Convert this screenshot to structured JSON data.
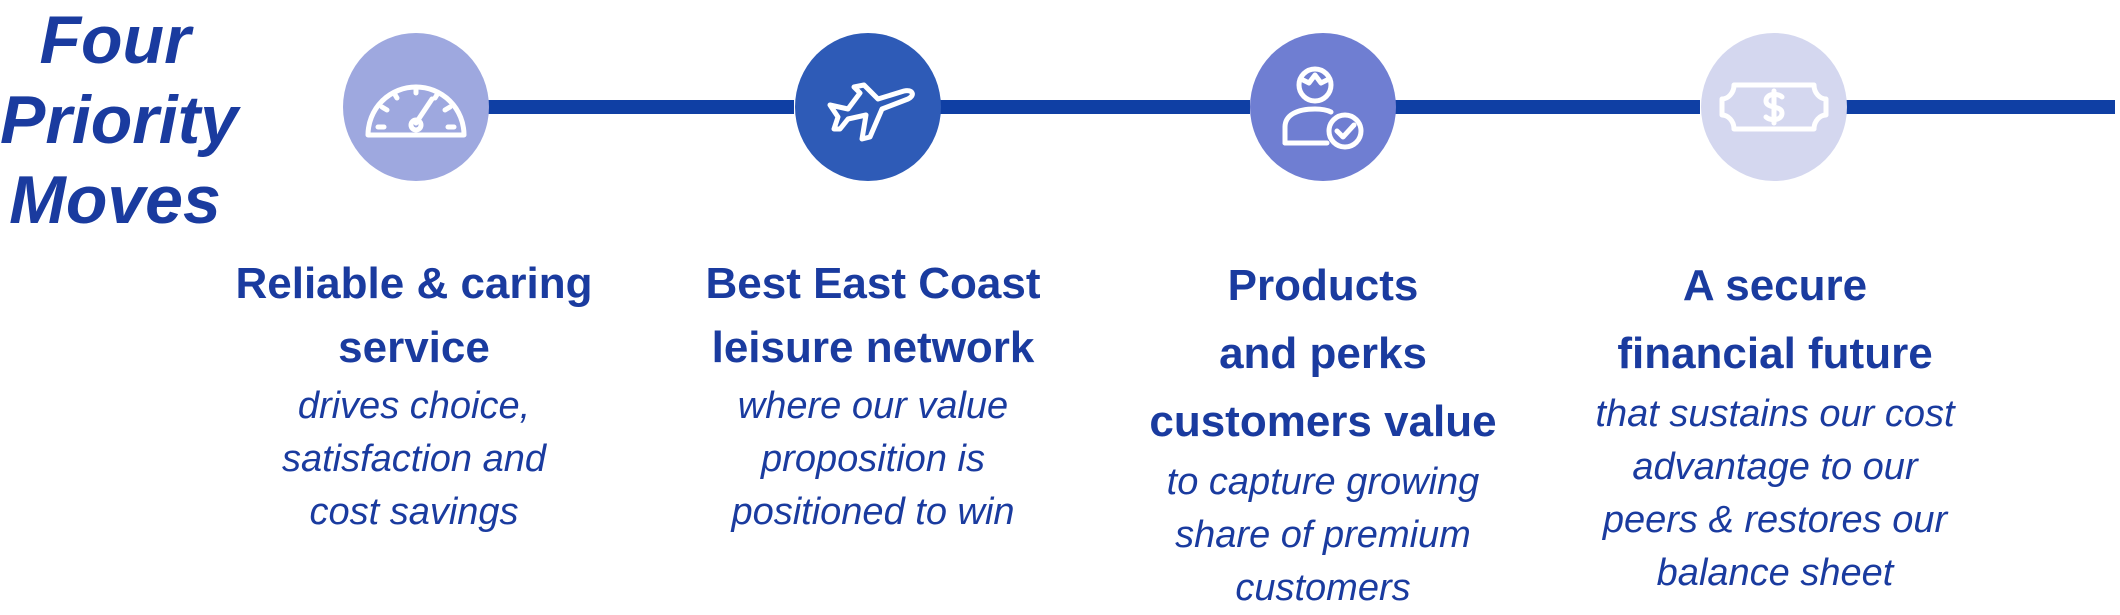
{
  "title": {
    "lines": [
      "Four",
      "Priority",
      "Moves"
    ]
  },
  "colors": {
    "title_text": "#1a3b9f",
    "connector": "#0f3fa4",
    "circle_1": "#9ea8df",
    "circle_2": "#2e5bb7",
    "circle_3": "#6f7ed2",
    "circle_4": "#d4d7ef"
  },
  "moves": [
    {
      "icon": "speedometer-icon",
      "heading_lines": [
        "Reliable & caring",
        "service"
      ],
      "description_lines": [
        "drives choice,",
        "satisfaction and",
        "cost savings"
      ]
    },
    {
      "icon": "airplane-icon",
      "heading_lines": [
        "Best East Coast",
        "leisure network"
      ],
      "description_lines": [
        "where our value",
        "proposition is",
        "positioned to win"
      ]
    },
    {
      "icon": "customer-check-icon",
      "heading_lines": [
        "Products",
        "and perks",
        "customers value"
      ],
      "description_lines": [
        "to capture growing",
        "share of premium",
        "customers"
      ]
    },
    {
      "icon": "dollar-bill-icon",
      "heading_lines": [
        "A secure",
        "financial future"
      ],
      "description_lines": [
        "that sustains our cost",
        "advantage to our",
        "peers & restores our",
        "balance sheet"
      ]
    }
  ]
}
